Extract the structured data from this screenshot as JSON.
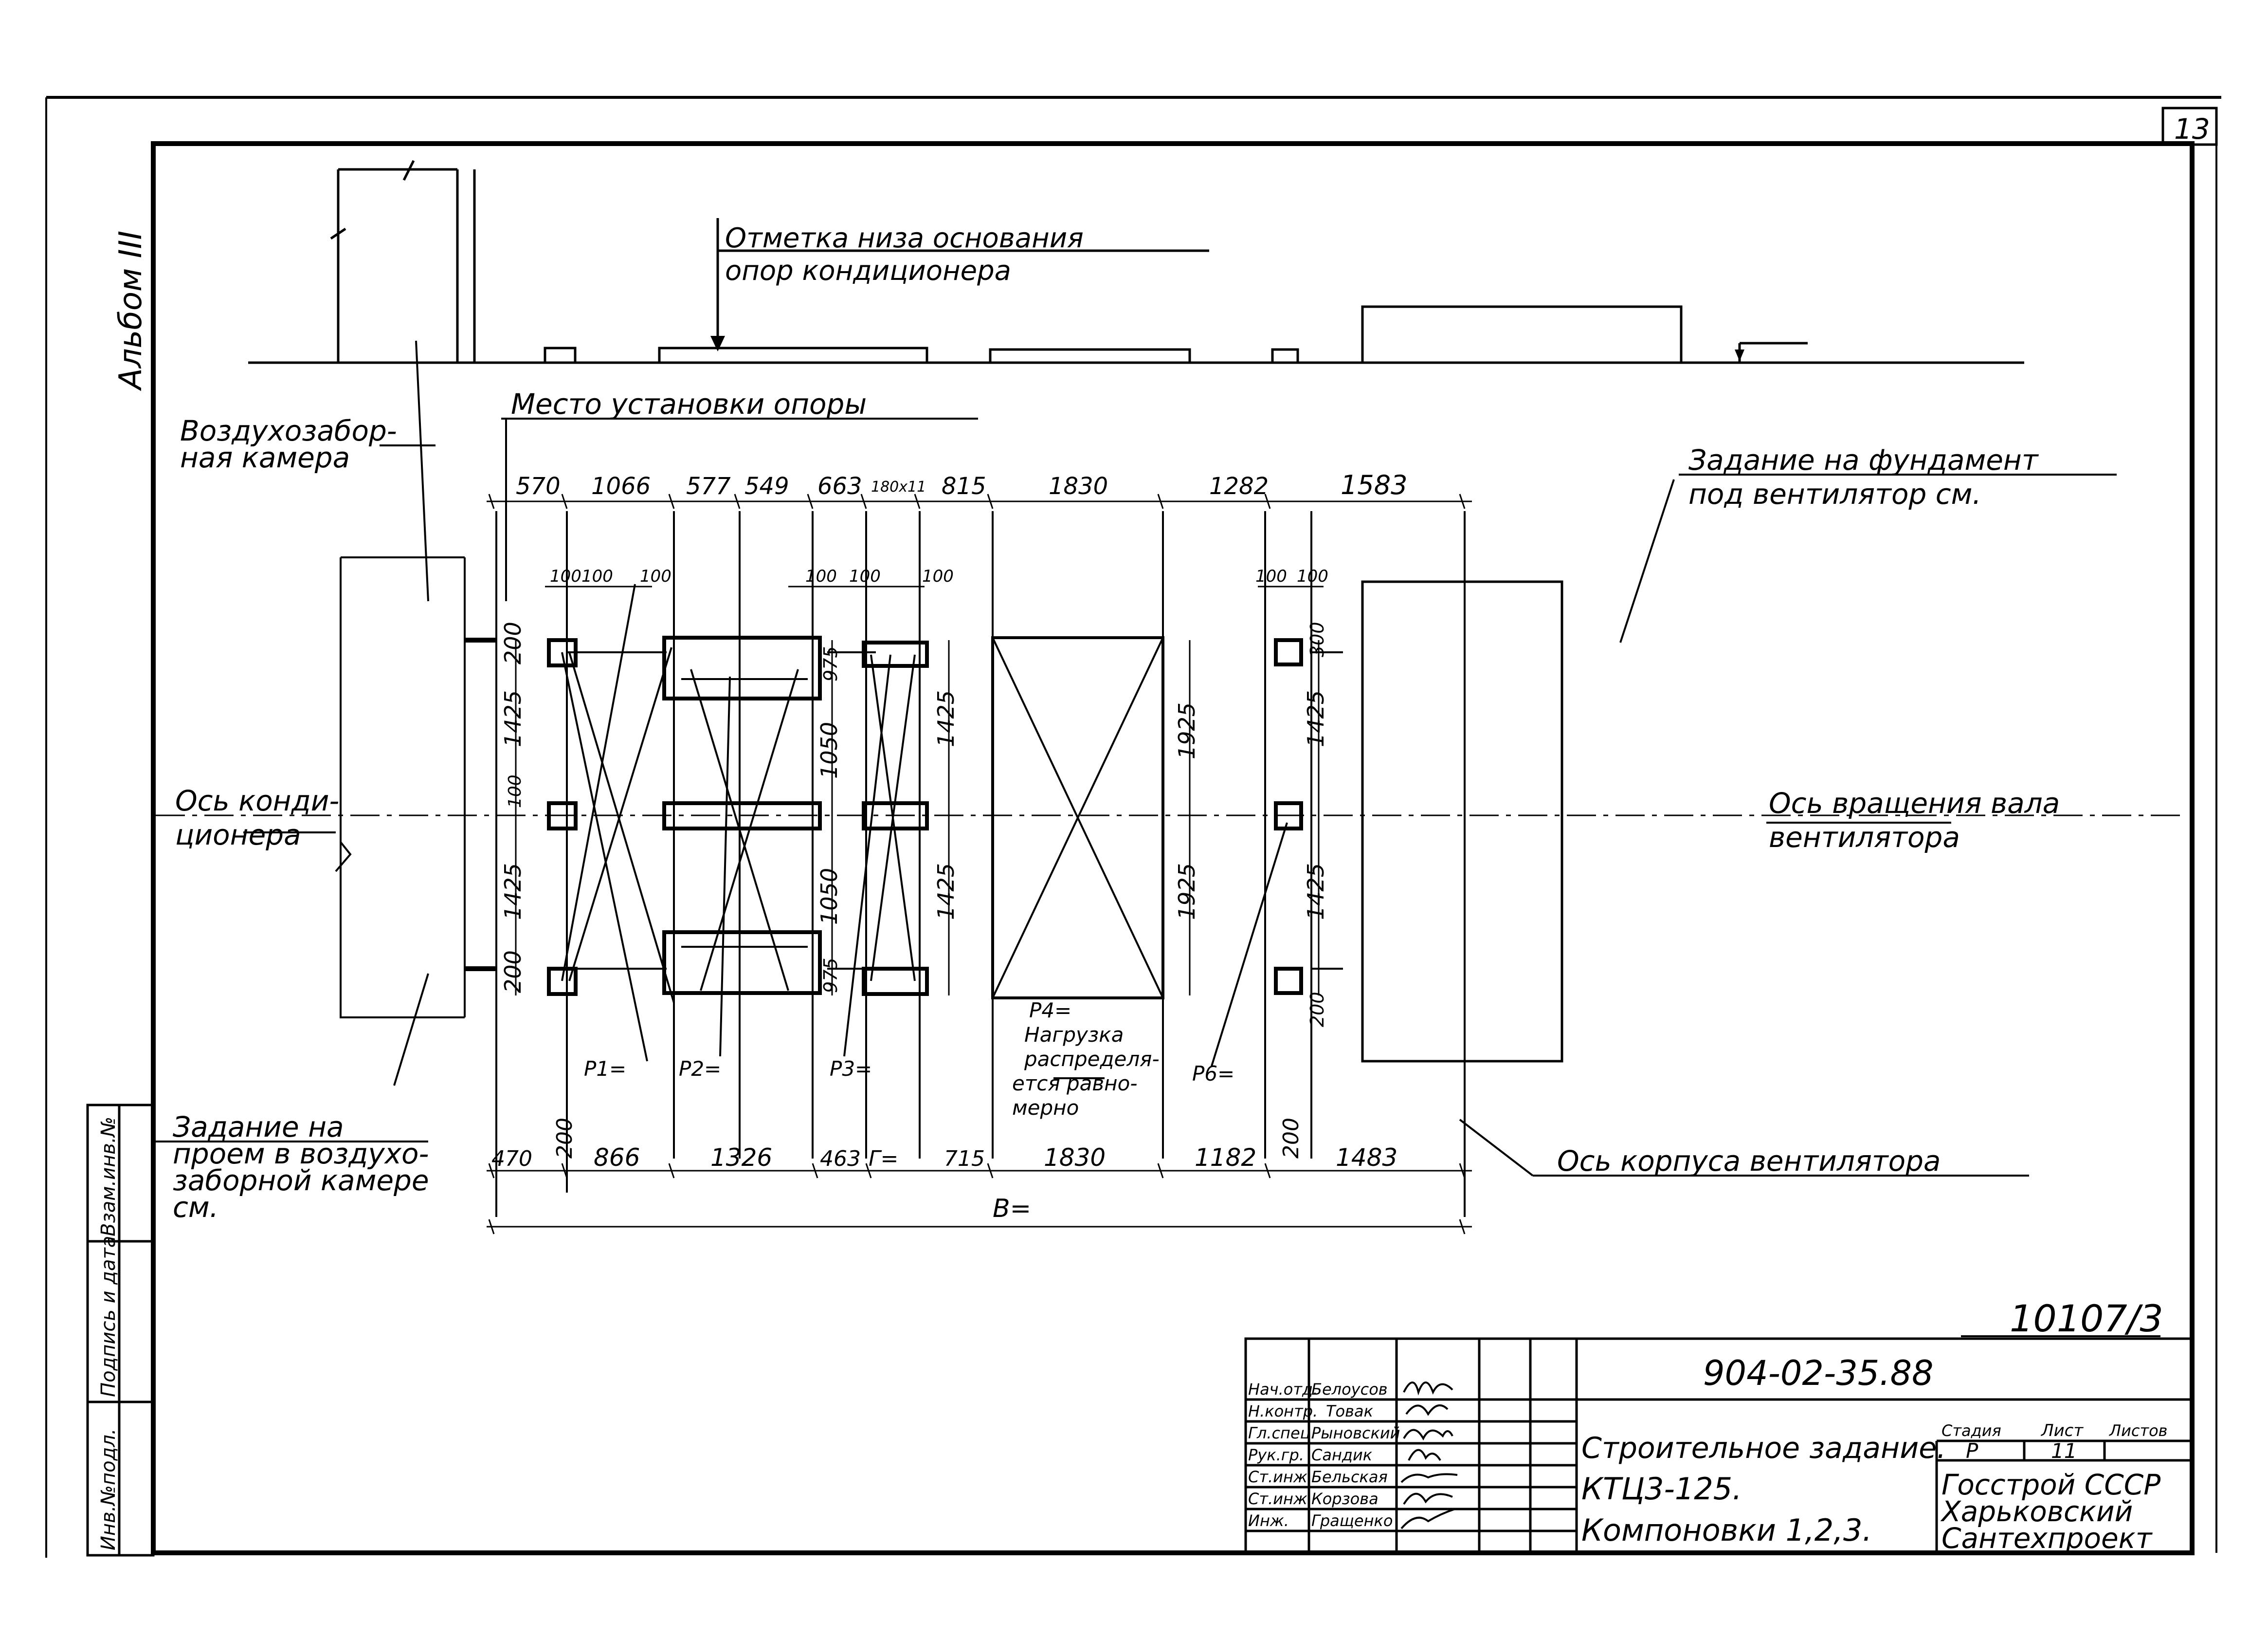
{
  "sheet": {
    "page_number": "13",
    "album": "Альбом III",
    "doc_number": "10107/3"
  },
  "elevation": {
    "base_mark_label_1": "Отметка низа основания",
    "base_mark_label_2": "опор кондиционера"
  },
  "plan": {
    "support_place": "Место установки опоры",
    "air_intake_1": "Воздухозабор-",
    "air_intake_2": "ная камера",
    "cond_axis_1": "Ось конди-",
    "cond_axis_2": "ционера",
    "fan_foundation_1": "Задание на фундамент",
    "fan_foundation_2": "под вентилятор см.",
    "fan_shaft_axis_1": "Ось вращения вала",
    "fan_shaft_axis_2": "вентилятора",
    "fan_body_axis": "Ось корпуса вентилятора",
    "opening_1": "Задание на",
    "opening_2": "проем в воздухо-",
    "opening_3": "заборной камере",
    "opening_4": "см.",
    "p1": "P1=",
    "p2": "P2=",
    "p3": "P3=",
    "p4_1": "P4=",
    "p4_2": "Нагрузка",
    "p4_3": "распределя-",
    "p4_4": "ется равно-",
    "p4_5": "мерно",
    "p6": "P6=",
    "b_total": "B=",
    "gamma": "Г="
  },
  "dims": {
    "top": [
      "570",
      "1066",
      "577",
      "549",
      "663",
      "180x11",
      "815",
      "1830",
      "1282",
      "1583"
    ],
    "bottom": [
      "470",
      "200",
      "866",
      "1326",
      "463",
      "715",
      "1830",
      "1182",
      "200",
      "1483"
    ],
    "small_100": "100",
    "small_200": "200",
    "v_1425": "1425",
    "v_1050": "1050",
    "v_975": "975",
    "v_1925": "1925",
    "v_300": "300"
  },
  "title_block": {
    "code": "904-02-35.88",
    "title_1": "Строительное задание.",
    "title_2": "КТЦ3-125.",
    "title_3": "Компоновки 1,2,3.",
    "stage_label": "Стадия",
    "sheet_label": "Лист",
    "sheets_label": "Листов",
    "stage_value": "Р",
    "sheet_value": "11",
    "org_1": "Госстрой СССР",
    "org_2": "Харьковский",
    "org_3": "Сантехпроект",
    "roles": [
      {
        "role": "Нач.отд.",
        "name": "Белоусов"
      },
      {
        "role": "Н.контр.",
        "name": "Товак"
      },
      {
        "role": "Гл.спец.",
        "name": "Рыновский"
      },
      {
        "role": "Рук.гр.",
        "name": "Сандик"
      },
      {
        "role": "Ст.инж.",
        "name": "Бельская"
      },
      {
        "role": "Ст.инж.",
        "name": "Корзова"
      },
      {
        "role": "Инж.",
        "name": "Гращенко"
      }
    ]
  },
  "side_stamp": [
    "Инв.№подл.",
    "Подпись и дата",
    "Взам.инв.№"
  ]
}
